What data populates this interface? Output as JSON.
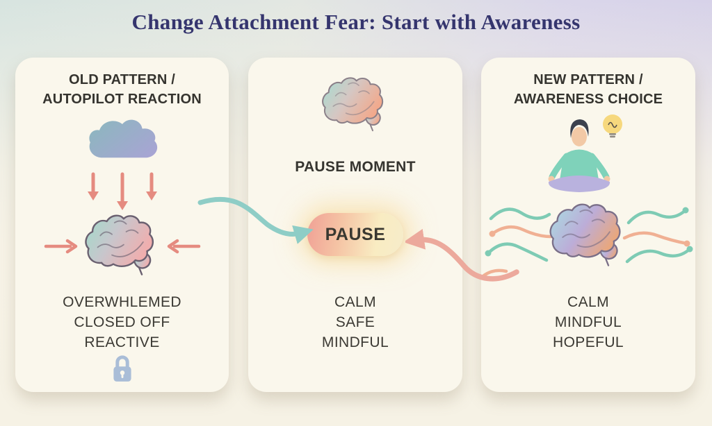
{
  "title": "Change Attachment Fear: Start with Awareness",
  "panels": {
    "old": {
      "header_line1": "OLD PATTERN /",
      "header_line2": "AUTOPILOT REACTION",
      "icons": [
        "storm-cloud",
        "pressure-arrows-down",
        "stressed-brain",
        "lock"
      ],
      "states": [
        "OVERWHLEMED",
        "CLOSED OFF",
        "REACTIVE"
      ]
    },
    "pause": {
      "icons": [
        "brain"
      ],
      "label": "PAUSE MOMENT",
      "button_label": "PAUSE",
      "states": [
        "CALM",
        "SAFE",
        "MINDFUL"
      ]
    },
    "new": {
      "header_line1": "NEW PATTERN /",
      "header_line2": "AWARENESS CHOICE",
      "icons": [
        "meditating-person",
        "lightbulb",
        "brain-with-waves"
      ],
      "states": [
        "CALM",
        "MINDFUL",
        "HOPEFUL"
      ]
    }
  },
  "colors": {
    "title": "#35356e",
    "panel_bg": "#faf7ec",
    "bg_top_left": "#d7e4e0",
    "bg_top_right": "#d5d0e8",
    "bg_bottom": "#f6f2e5",
    "teal_accent": "#8ecdc6",
    "salmon_accent": "#e8948a",
    "orange_wave": "#f0b093",
    "green_wave": "#7ecbb4",
    "pause_gradient_start": "#f0a095",
    "pause_gradient_end": "#f9ecc2",
    "lock": "#a9bdd7",
    "text_dark": "#3b3933"
  }
}
